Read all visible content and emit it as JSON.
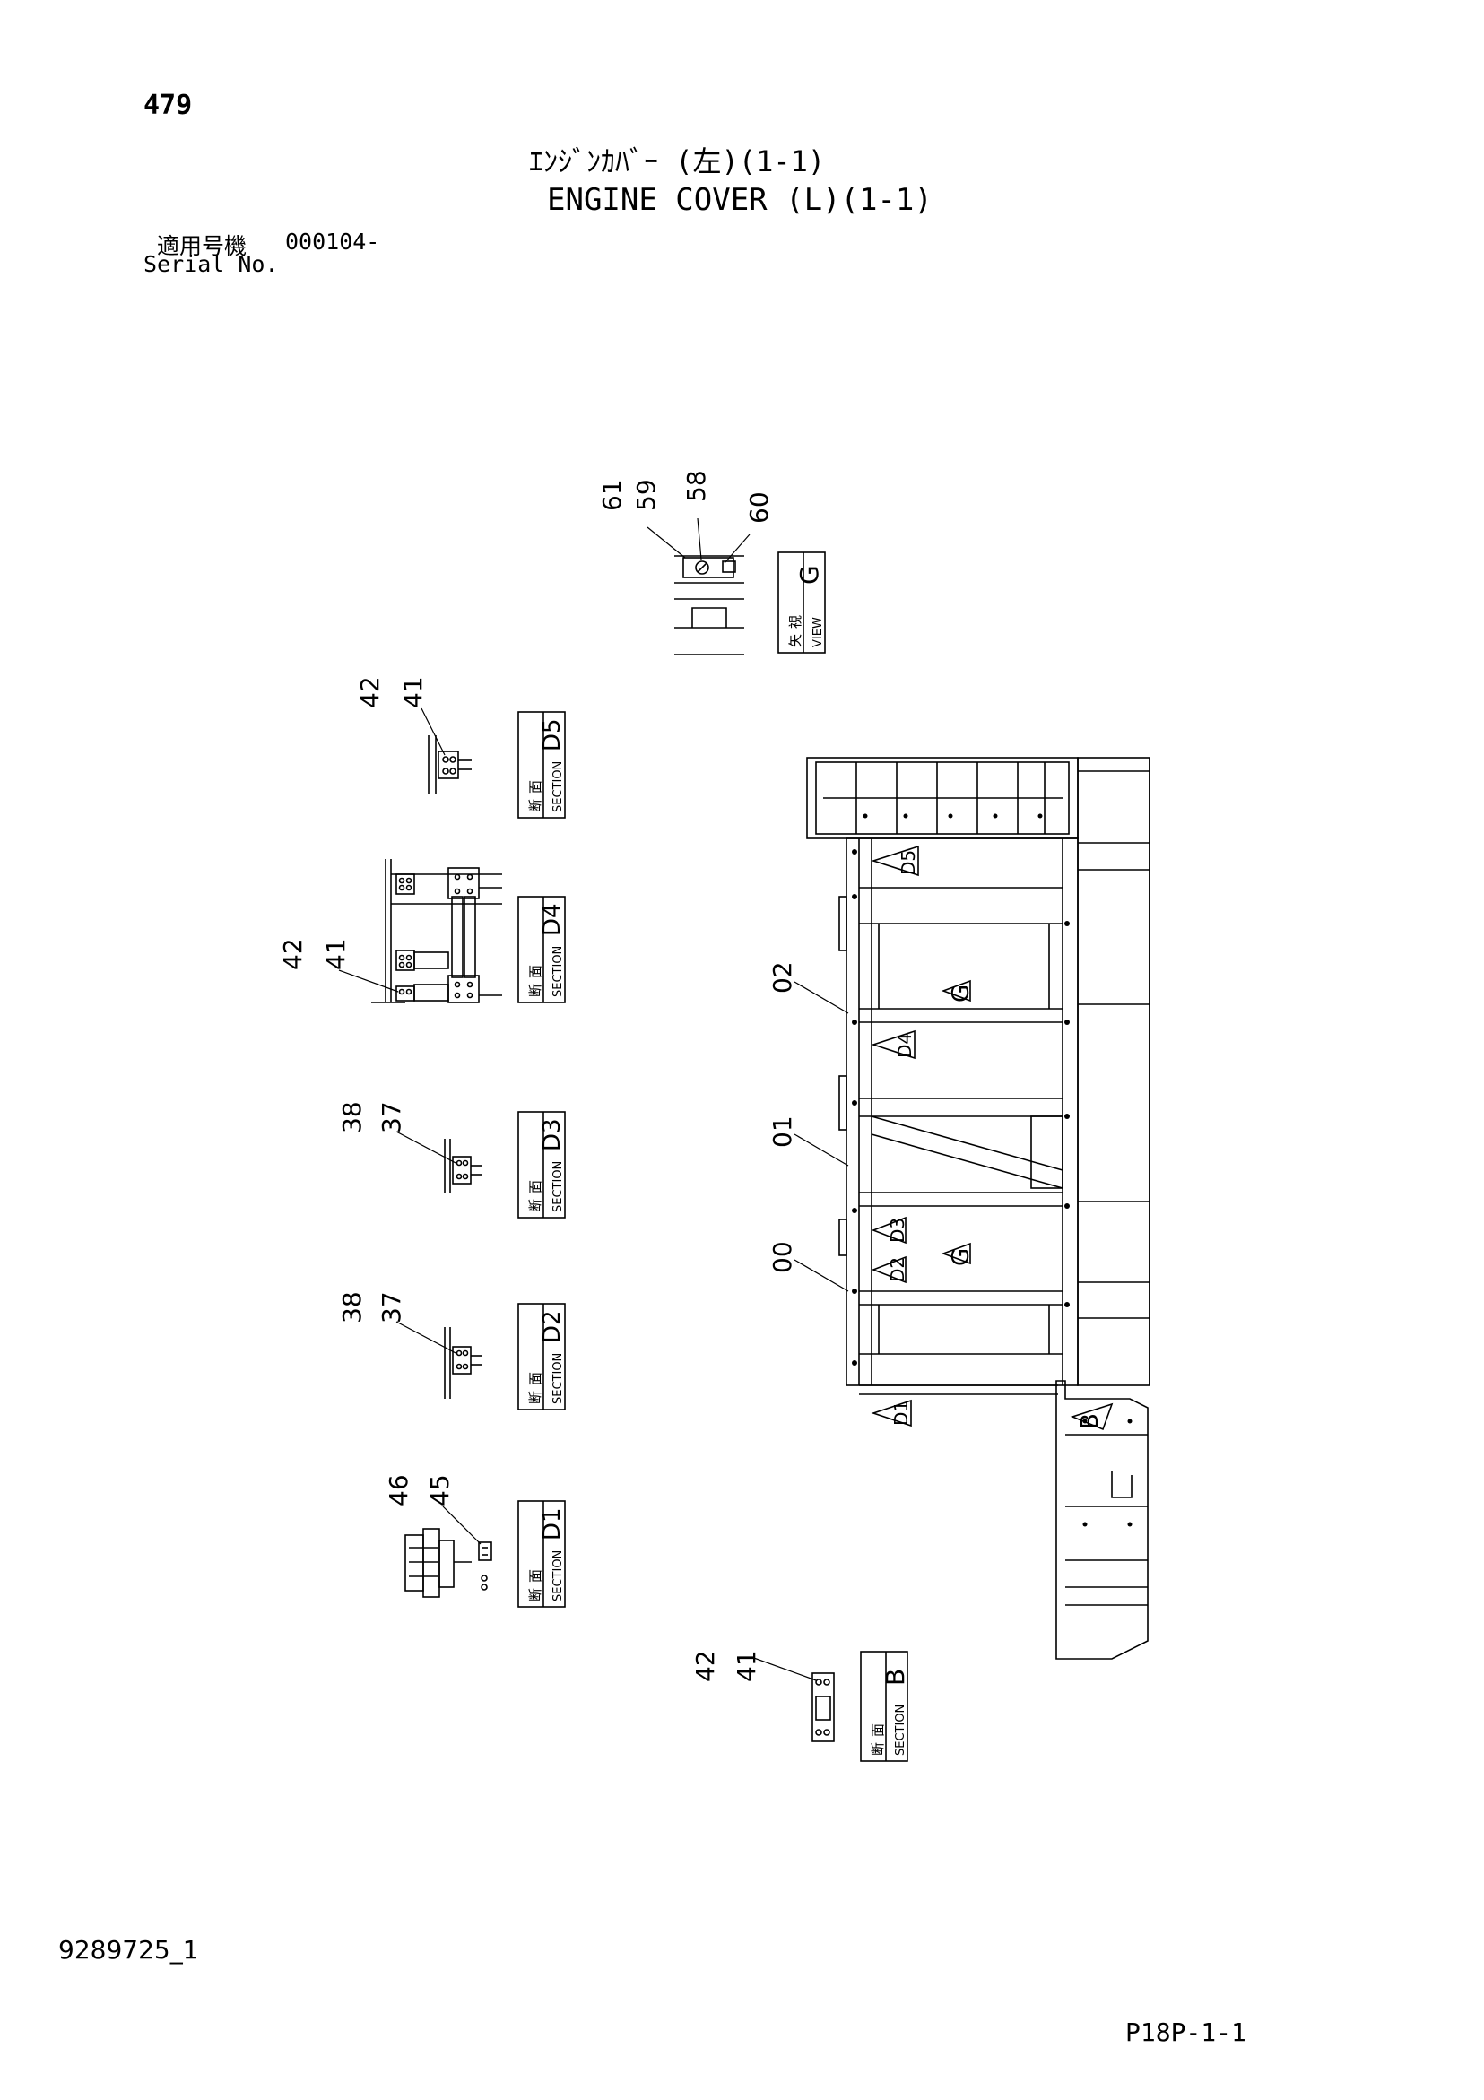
{
  "header": {
    "page_number": "479",
    "title_jp": "ｴﾝｼﾞﾝｶﾊﾞｰ (左)(1-1)",
    "title_en": "ENGINE COVER (L)(1-1)",
    "serial_label_jp": "適用号機",
    "serial_value": "000104-",
    "serial_label_en": "Serial No."
  },
  "footer": {
    "doc_id": "9289725_1",
    "page_code": "P18P-1-1"
  },
  "callouts": {
    "c61": "61",
    "c59": "59",
    "c58": "58",
    "c60": "60",
    "c42a": "42",
    "c41a": "41",
    "c42b": "42",
    "c41b": "41",
    "c38a": "38",
    "c37a": "37",
    "c38b": "38",
    "c37b": "37",
    "c46": "46",
    "c45": "45",
    "c42c": "42",
    "c41c": "41",
    "c02": "02",
    "c01": "01",
    "c00": "00"
  },
  "views": {
    "g": {
      "jp": "矢視",
      "en": "VIEW",
      "id": "G"
    },
    "d5": {
      "jp": "断面",
      "en": "SECTION",
      "id": "D5"
    },
    "d4": {
      "jp": "断面",
      "en": "SECTION",
      "id": "D4"
    },
    "d3": {
      "jp": "断面",
      "en": "SECTION",
      "id": "D3"
    },
    "d2": {
      "jp": "断面",
      "en": "SECTION",
      "id": "D2"
    },
    "d1": {
      "jp": "断面",
      "en": "SECTION",
      "id": "D1"
    },
    "b": {
      "jp": "断面",
      "en": "SECTION",
      "id": "B"
    }
  },
  "markers": {
    "d5": "D5",
    "d4": "D4",
    "d3": "D3",
    "d2": "D2",
    "d1": "D1",
    "g1": "G",
    "g2": "G",
    "b": "B"
  }
}
